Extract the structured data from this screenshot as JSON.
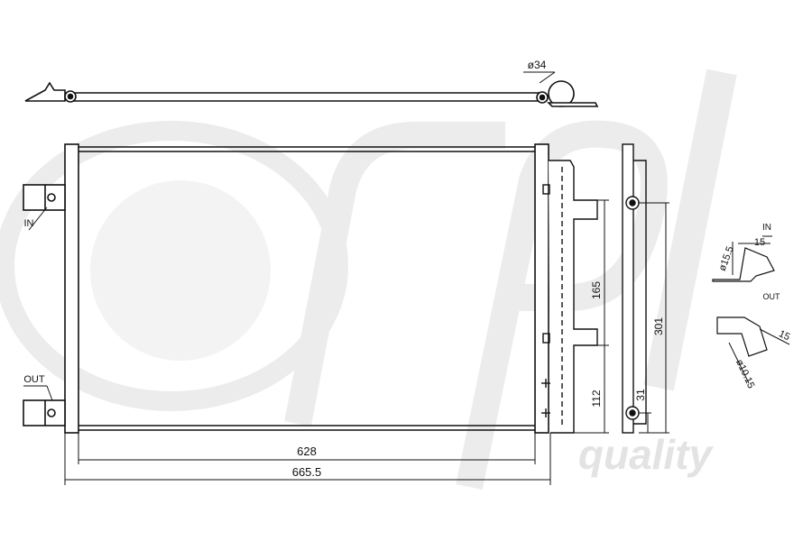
{
  "dimensions": {
    "pipe_diameter": "ø34",
    "core_width": "628",
    "overall_width": "665.5",
    "height_upper": "165",
    "height_lower": "112",
    "overall_height": "301",
    "bracket_offset": "31"
  },
  "ports": {
    "inlet_label": "IN",
    "outlet_label": "OUT",
    "inlet_diameter": "ø15.5",
    "inlet_length": "15",
    "outlet_diameter": "ø10.15",
    "outlet_length": "15"
  },
  "detail": {
    "in_label": "IN",
    "out_label": "OUT"
  },
  "watermark": {
    "brand": "rpl",
    "tagline": "quality"
  },
  "colors": {
    "line": "#111111",
    "watermark": "#ececec"
  }
}
